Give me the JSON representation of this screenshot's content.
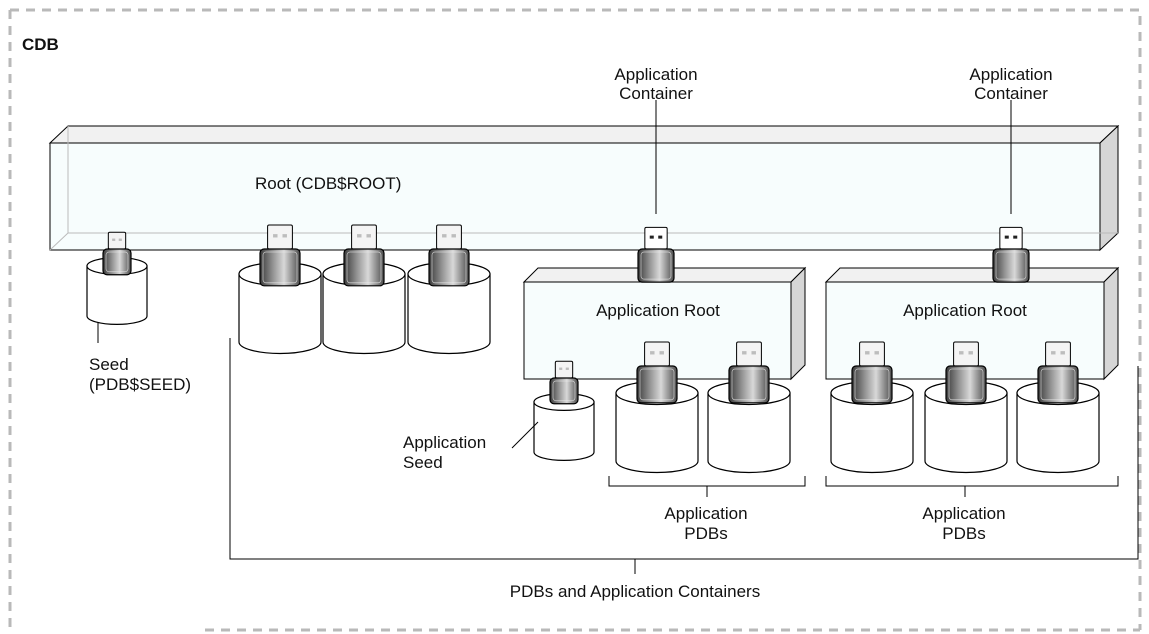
{
  "cdb_label": "CDB",
  "root_label": "Root (CDB$ROOT)",
  "seed_label": [
    "Seed",
    "(PDB$SEED)"
  ],
  "app_container_label": [
    "Application",
    "Container"
  ],
  "app_root_label": "Application Root",
  "app_seed_label": [
    "Application",
    "Seed"
  ],
  "app_pdbs_label": [
    "Application",
    "PDBs"
  ],
  "bottom_label": "PDBs and Application Containers",
  "colors": {
    "box_fill": "#f7fdfd",
    "box_top": "#f1f1f1",
    "box_side": "#d6d6d6",
    "border_dash": "#b9b9b9",
    "plug_dark": "#555555",
    "stroke": "#000000"
  }
}
